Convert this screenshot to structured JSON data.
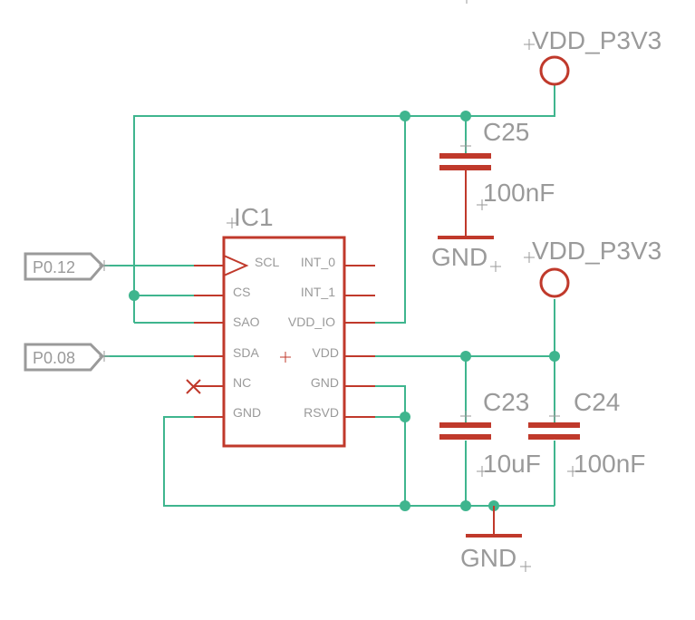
{
  "ic": {
    "name": "IC1",
    "pins_left": [
      "SCL",
      "CS",
      "SAO",
      "SDA",
      "NC",
      "GND"
    ],
    "pins_right": [
      "INT_0",
      "INT_1",
      "VDD_IO",
      "VDD",
      "GND",
      "RSVD"
    ]
  },
  "ports": {
    "scl": "P0.12",
    "sda": "P0.08"
  },
  "supplies": {
    "top": "VDD_P3V3",
    "mid": "VDD_P3V3",
    "gnd_top": "GND",
    "gnd_bottom": "GND"
  },
  "caps": {
    "c25": {
      "name": "C25",
      "value": "100nF"
    },
    "c23": {
      "name": "C23",
      "value": "10uF"
    },
    "c24": {
      "name": "C24",
      "value": "100nF"
    }
  },
  "colors": {
    "wire": "#3fb58e",
    "component": "#c0392b",
    "text": "#9a9a9a"
  }
}
